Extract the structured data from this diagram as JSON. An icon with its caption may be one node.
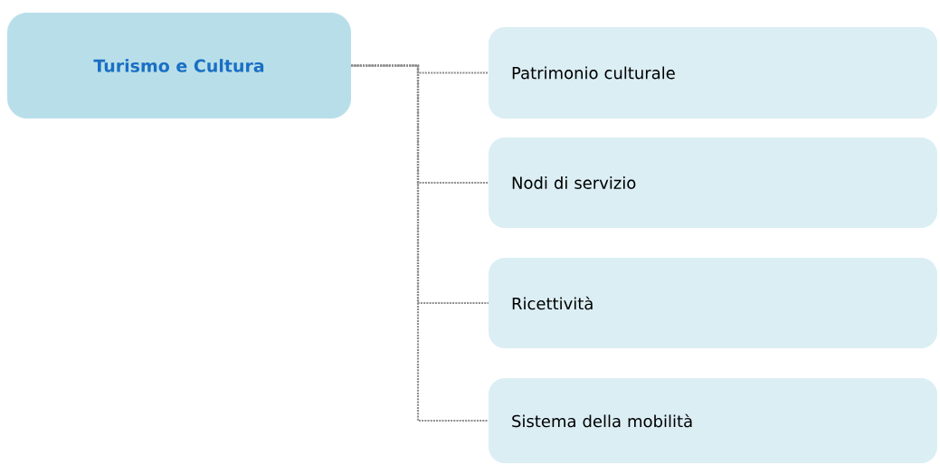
{
  "diagram": {
    "nodes": [
      {
        "text": [
          "Turismo e Cultura"
        ]
      },
      {
        "text": [
          "Patrimonio culturale"
        ]
      },
      {
        "text": [
          "Nodi di servizio"
        ]
      },
      {
        "text": [
          "Ricettività"
        ]
      },
      {
        "text": [
          "Sistema della mobilità"
        ]
      }
    ],
    "edges": [
      {
        "from": 0,
        "to": 1,
        "arrow": "none"
      },
      {
        "from": 0,
        "to": 2,
        "arrow": "none"
      },
      {
        "from": 0,
        "to": 3,
        "arrow": "none"
      },
      {
        "from": 0,
        "to": 4,
        "arrow": "none"
      }
    ]
  }
}
